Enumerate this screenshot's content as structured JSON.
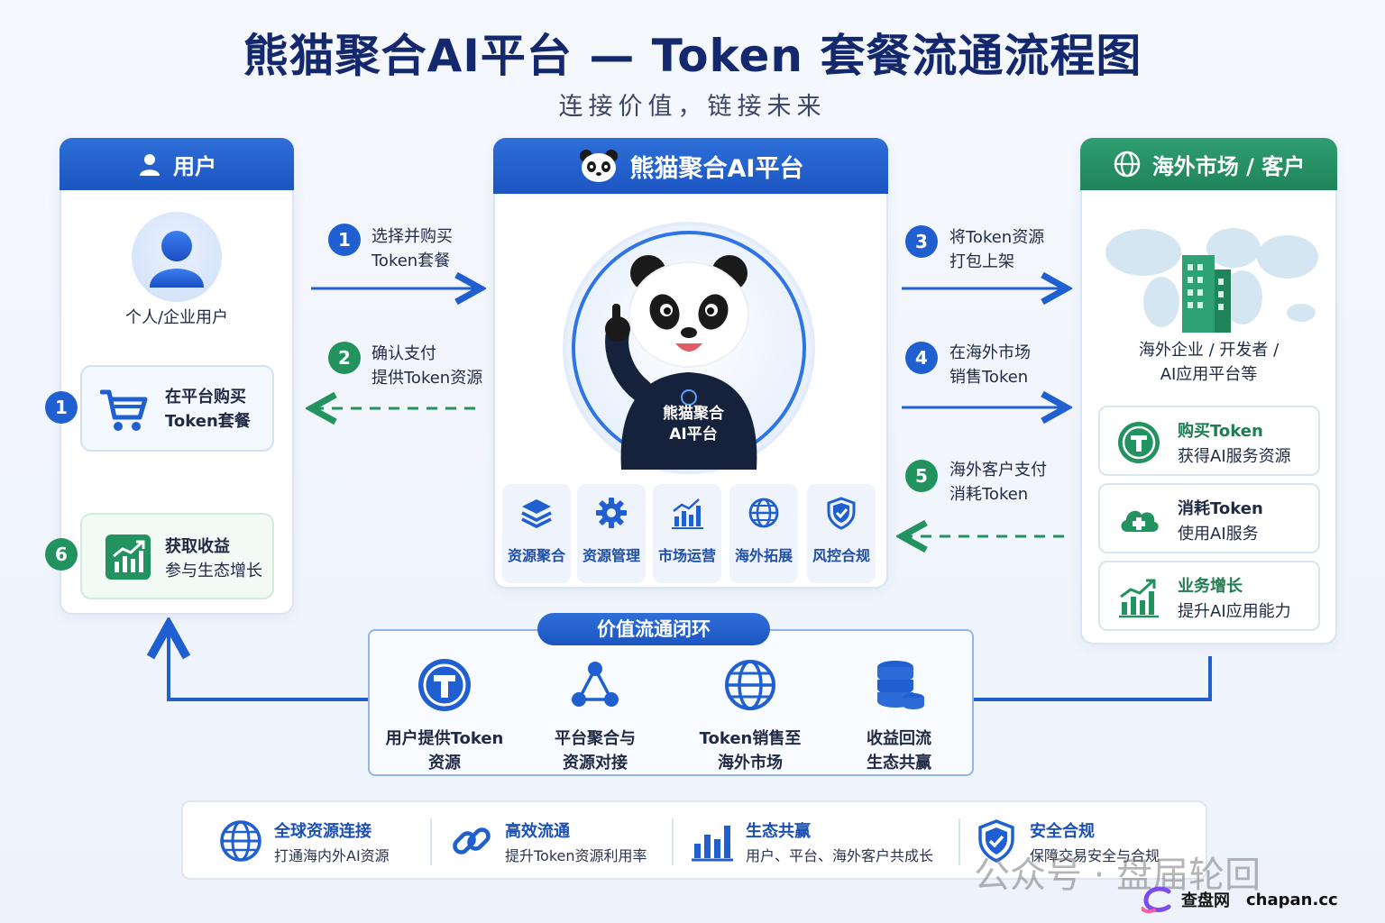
{
  "title": "熊猫聚合AI平台 — Token 套餐流通流程图",
  "subtitle": "连接价值，链接未来",
  "user_panel": {
    "header": "用户",
    "user_label": "个人/企业用户",
    "card_buy": {
      "badge": "1",
      "line1": "在平台购买",
      "line2": "Token套餐"
    },
    "card_earn": {
      "badge": "6",
      "line1": "获取收益",
      "line2": "参与生态增长"
    }
  },
  "platform_panel": {
    "header": "熊猫聚合AI平台",
    "mascot_shirt_line1": "熊猫聚合",
    "mascot_shirt_line2": "AI平台",
    "features": [
      "资源聚合",
      "资源管理",
      "市场运营",
      "海外拓展",
      "风控合规"
    ]
  },
  "market_panel": {
    "header": "海外市场 / 客户",
    "clients_line1": "海外企业 / 开发者 /",
    "clients_line2": "AI应用平台等",
    "cards": [
      {
        "title": "购买Token",
        "desc": "获得AI服务资源"
      },
      {
        "title": "消耗Token",
        "desc": "使用AI服务"
      },
      {
        "title": "业务增长",
        "desc": "提升AI应用能力"
      }
    ]
  },
  "steps": [
    {
      "num": "1",
      "line1": "选择并购买",
      "line2": "Token套餐"
    },
    {
      "num": "2",
      "line1": "确认支付",
      "line2": "提供Token资源"
    },
    {
      "num": "3",
      "line1": "将Token资源",
      "line2": "打包上架"
    },
    {
      "num": "4",
      "line1": "在海外市场",
      "line2": "销售Token"
    },
    {
      "num": "5",
      "line1": "海外客户支付",
      "line2": "消耗Token"
    }
  ],
  "loop": {
    "title": "价值流通闭环",
    "items": [
      {
        "line1": "用户提供Token",
        "line2": "资源"
      },
      {
        "line1": "平台聚合与",
        "line2": "资源对接"
      },
      {
        "line1": "Token销售至",
        "line2": "海外市场"
      },
      {
        "line1": "收益回流",
        "line2": "生态共赢"
      }
    ]
  },
  "bottom_features": [
    {
      "title": "全球资源连接",
      "desc": "打通海内外AI资源"
    },
    {
      "title": "高效流通",
      "desc": "提升Token资源利用率"
    },
    {
      "title": "生态共赢",
      "desc": "用户、平台、海外客户共成长"
    },
    {
      "title": "安全合规",
      "desc": "保障交易安全与合规"
    }
  ],
  "watermark": "公众号 · 盘届轮回",
  "site_badge": {
    "name": "查盘网",
    "domain": "chapan.cc"
  },
  "colors": {
    "primary_blue": "#1f5fd0",
    "primary_green": "#22925f",
    "title_navy": "#14286e"
  }
}
